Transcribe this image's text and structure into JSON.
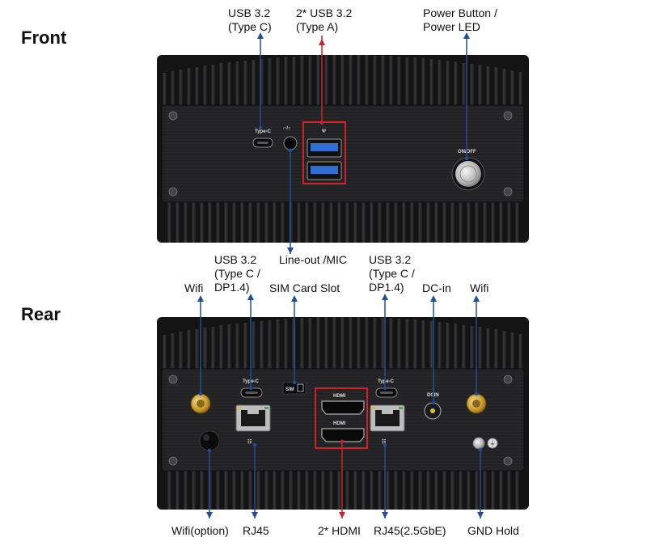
{
  "front": {
    "heading": "Front",
    "labels": {
      "usb_c": "USB 3.2\n(Type C)",
      "usb_a": "2* USB 3.2\n(Type A)",
      "power": "Power Button /\nPower LED",
      "lineout": "Line-out /MIC"
    },
    "panel_marks": {
      "typec": "Type-C",
      "audio": "∩/♪",
      "usb": "Ψ",
      "onoff": "ON/OFF"
    }
  },
  "rear": {
    "heading": "Rear",
    "labels": {
      "wifi_left": "Wifi",
      "usb_c_left": "USB 3.2\n(Type C /\nDP1.4)",
      "sim": "SIM Card Slot",
      "usb_c_right": "USB 3.2\n(Type C /\nDP1.4)",
      "dcin": "DC-in",
      "wifi_right": "Wifi",
      "wifi_option": "Wifi(option)",
      "rj45": "RJ45",
      "hdmi": "2* HDMI",
      "rj45_25": "RJ45(2.5GbE)",
      "gnd": "GND Hold"
    },
    "panel_marks": {
      "typec_left": "Type-C",
      "sim": "SIM",
      "hdmi_top": "HDMI",
      "hdmi_bottom": "HDMI",
      "typec_right": "Type-C",
      "dcin": "DCIN"
    }
  },
  "colors": {
    "leader_blue": "#1f4e9c",
    "leader_red": "#d0202a",
    "highlight_box": "#d0202a",
    "chassis": "#1c1c1e",
    "panel": "#262628",
    "usb_blue": "#2f6fd6"
  }
}
